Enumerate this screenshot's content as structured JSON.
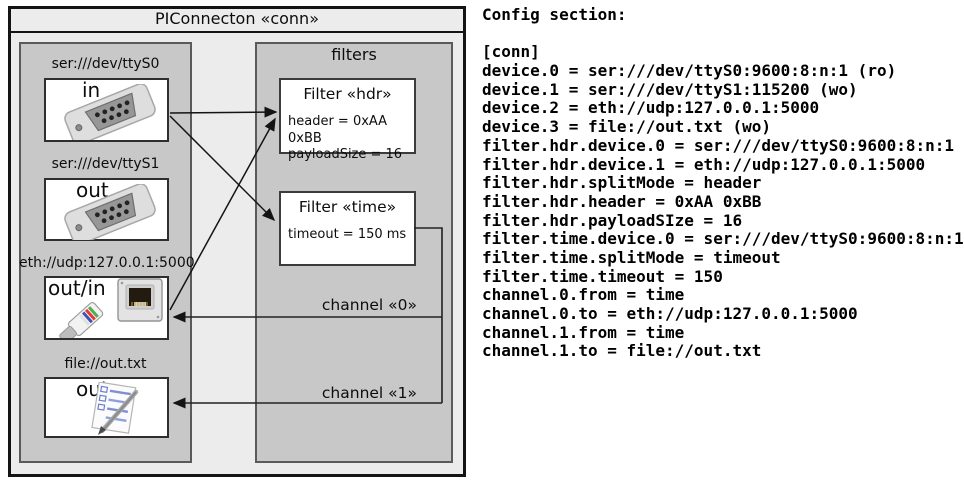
{
  "diagram": {
    "title": "PIConnecton «conn»",
    "filters_group_label": "filters",
    "devices": [
      {
        "label": "ser:///dev/ttyS0",
        "direction": "in",
        "icon": "serial-connector-icon"
      },
      {
        "label": "ser:///dev/ttyS1",
        "direction": "out",
        "icon": "serial-connector-icon"
      },
      {
        "label": "eth://udp:127.0.0.1:5000",
        "direction": "out/in",
        "icon": "ethernet-connector-icon"
      },
      {
        "label": "file://out.txt",
        "direction": "out",
        "icon": "notepad-icon"
      }
    ],
    "filters": [
      {
        "title": "Filter «hdr»",
        "properties": [
          "header = 0xAA 0xBB",
          "payloadSize = 16"
        ]
      },
      {
        "title": "Filter «time»",
        "properties": [
          "timeout = 150 ms"
        ]
      }
    ],
    "channels": [
      {
        "label": "channel «0»"
      },
      {
        "label": "channel «1»"
      }
    ],
    "colors": {
      "canvas_fill": "#ececec",
      "group_fill": "#c8c8c8",
      "box_fill": "#ffffff",
      "line": "#141414"
    }
  },
  "config": {
    "heading": "Config section:",
    "lines": [
      "[conn]",
      "device.0 = ser:///dev/ttyS0:9600:8:n:1 (ro)",
      "device.1 = ser:///dev/ttyS1:115200 (wo)",
      "device.2 = eth://udp:127.0.0.1:5000",
      "device.3 = file://out.txt (wo)",
      "filter.hdr.device.0 = ser:///dev/ttyS0:9600:8:n:1",
      "filter.hdr.device.1 = eth://udp:127.0.0.1:5000",
      "filter.hdr.splitMode = header",
      "filter.hdr.header = 0xAA 0xBB",
      "filter.hdr.payloadSIze = 16",
      "filter.time.device.0 = ser:///dev/ttyS0:9600:8:n:1",
      "filter.time.splitMode = timeout",
      "filter.time.timeout = 150",
      "channel.0.from = time",
      "channel.0.to = eth://udp:127.0.0.1:5000",
      "channel.1.from = time",
      "channel.1.to = file://out.txt"
    ]
  }
}
